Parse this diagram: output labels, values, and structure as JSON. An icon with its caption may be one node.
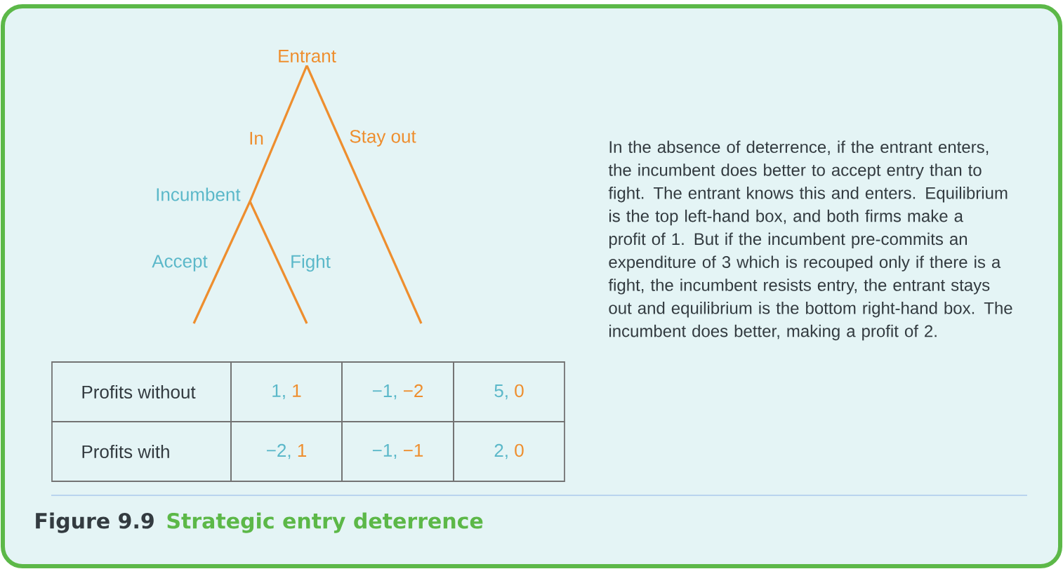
{
  "diagram": {
    "title": "Strategic entry deterrence",
    "nodes": [
      {
        "text": [
          "Entrant"
        ]
      },
      {
        "text": [
          "Incumbent"
        ]
      }
    ],
    "edges": [
      {
        "from": 0,
        "to": 1,
        "arrow": "none",
        "label": "In"
      },
      {
        "from": 0,
        "to": null,
        "arrow": "none",
        "label": "Stay out"
      },
      {
        "from": 1,
        "to": null,
        "arrow": "none",
        "label": "Accept"
      },
      {
        "from": 1,
        "to": null,
        "arrow": "none",
        "label": "Fight"
      }
    ],
    "labels": [
      "Profits without",
      "1,",
      "1",
      "−1,",
      "−2",
      "5,",
      "0",
      "Profits with",
      "−2,",
      "1",
      "−1,",
      "−1",
      "2,",
      "0",
      "In the absence of deterrence, if the entrant enters, the incumbent does better to accept entry than to fight. The entrant knows this and enters. Equilibrium is the top left-hand box, and both firms make a profit of 1. But if the incumbent pre-commits an expenditure of 3 which is recouped only if there is a fight, the incumbent resists entry, the entrant stays out and equilibrium is the bottom right-hand box. The incumbent does better, making a profit of 2.",
      "Figure 9.9"
    ]
  }
}
